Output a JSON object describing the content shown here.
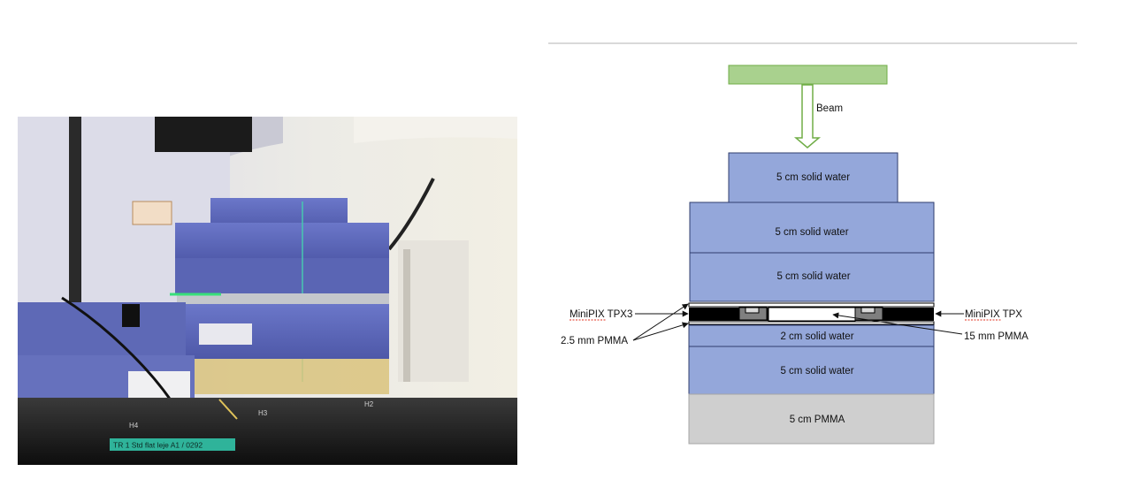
{
  "photo": {
    "floor_labels": [
      "H4",
      "H3",
      "H2"
    ],
    "tag_text": "TR 1 Std flat leje A1 / 0292"
  },
  "diagram": {
    "beam_label": "Beam",
    "layers": [
      {
        "label": "5 cm solid water",
        "material": "solid water"
      },
      {
        "label": "5 cm solid water",
        "material": "solid water"
      },
      {
        "label": "5 cm solid water",
        "material": "solid water"
      },
      {
        "label": "2 cm solid water",
        "material": "solid water"
      },
      {
        "label": "5 cm solid water",
        "material": "solid water"
      },
      {
        "label": "5 cm PMMA",
        "material": "PMMA"
      }
    ],
    "annotations": {
      "left_detector": "MiniPIX TPX3",
      "right_detector": "MiniPIX TPX",
      "left_pmma": "2.5 mm PMMA",
      "right_pmma": "15 mm PMMA"
    },
    "colors": {
      "solid_water": "#94a7da",
      "pmma": "#cfcfcf",
      "beam": "#a9d18e",
      "beam_stroke": "#70ad47",
      "detector": "#000000"
    }
  }
}
